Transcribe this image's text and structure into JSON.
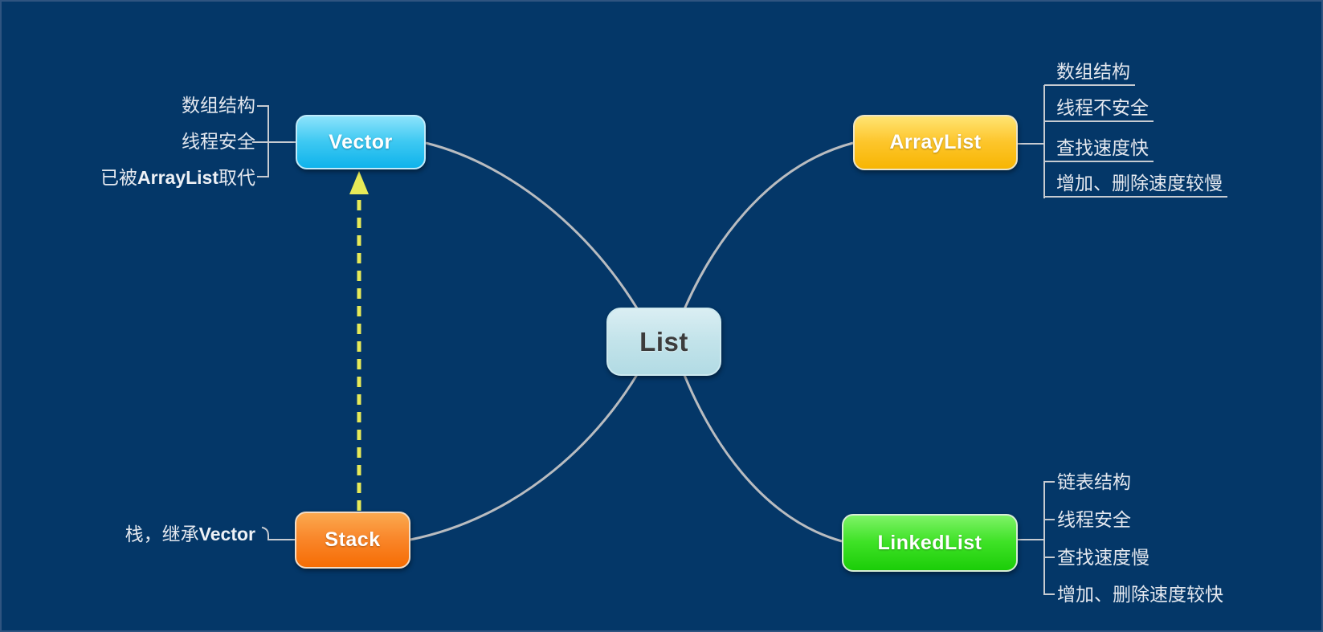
{
  "diagram": {
    "type": "mindmap",
    "topic": "List",
    "nodes": {
      "list": {
        "label": "List"
      },
      "vector": {
        "label": "Vector",
        "notes": [
          "数组结构",
          "线程安全"
        ],
        "note_replaced": {
          "pre": "已被",
          "strong": "ArrayList",
          "post": "取代"
        }
      },
      "arraylist": {
        "label": "ArrayList",
        "notes": [
          "数组结构",
          "线程不安全",
          "查找速度快",
          "增加、删除速度较慢"
        ]
      },
      "stack": {
        "label": "Stack",
        "note": {
          "pre": "栈，继承",
          "strong": "Vector",
          "post": ""
        }
      },
      "linkedlist": {
        "label": "LinkedList",
        "notes": [
          "链表结构",
          "线程安全",
          "查找速度慢",
          "增加、删除速度较快"
        ]
      }
    },
    "relations": [
      {
        "from": "List",
        "to": "Vector",
        "style": "curve"
      },
      {
        "from": "List",
        "to": "ArrayList",
        "style": "curve"
      },
      {
        "from": "List",
        "to": "Stack",
        "style": "curve"
      },
      {
        "from": "List",
        "to": "LinkedList",
        "style": "curve"
      },
      {
        "from": "Stack",
        "to": "Vector",
        "style": "dashed-arrow"
      }
    ],
    "colors": {
      "background": "#043768",
      "branch_line": "#b9bcc0",
      "bracket_line": "#c7cbd1",
      "annotation_text": "#e4e8ef",
      "arrow_yellow": "#e7ea58",
      "vector_fill": "#0fb3eb",
      "arraylist_fill": "#f7b503",
      "stack_fill": "#f66d04",
      "linkedlist_fill": "#1bcd08",
      "list_fill": "#b2dbe4"
    }
  }
}
